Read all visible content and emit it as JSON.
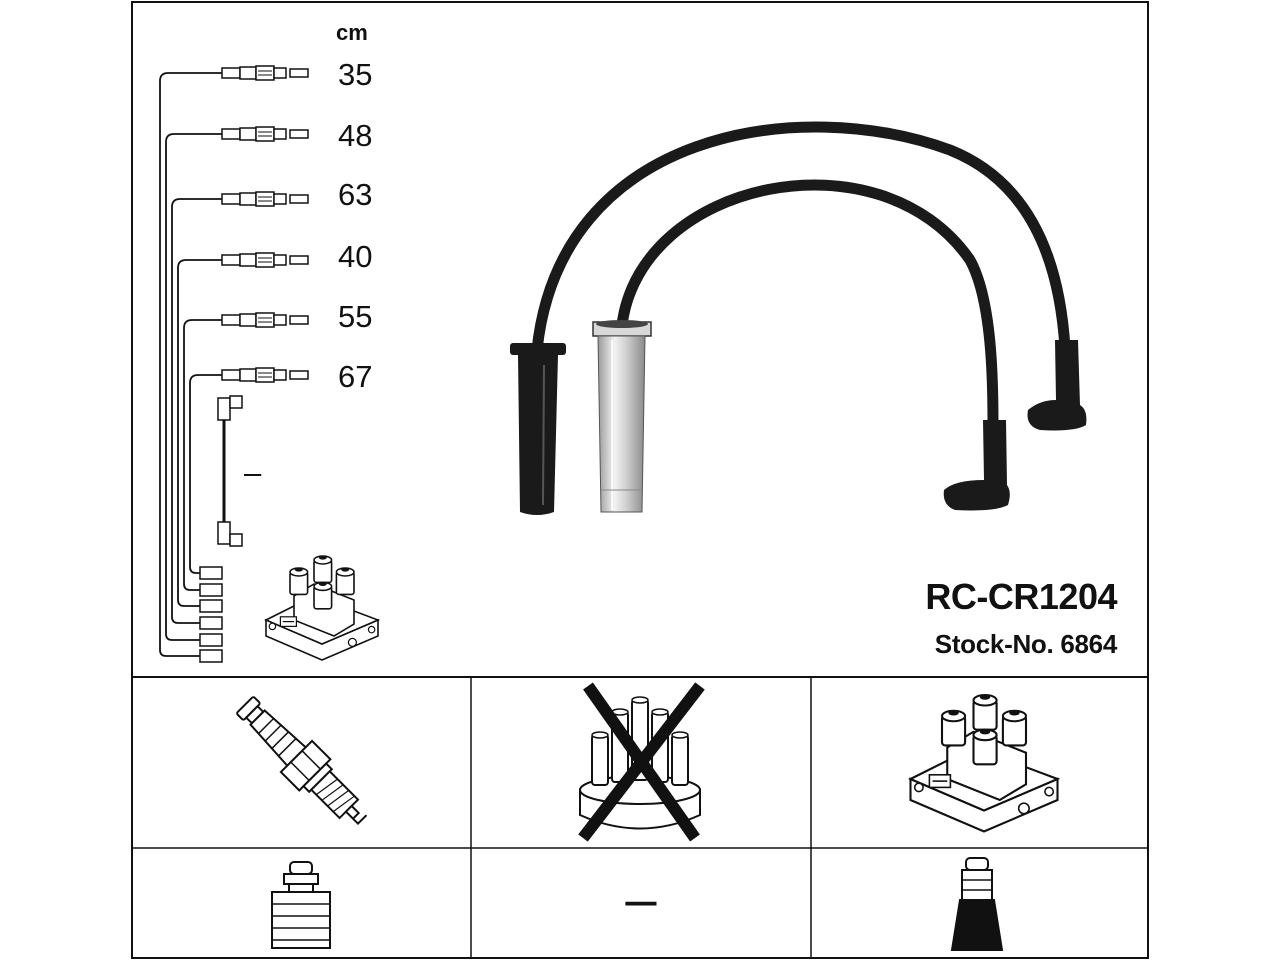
{
  "unit_label": "cm",
  "lead_lengths": [
    "35",
    "48",
    "63",
    "40",
    "55",
    "67"
  ],
  "lead_placeholder": "–",
  "part_code": "RC-CR1204",
  "stock_label": "Stock-No. 6864",
  "compatibility": {
    "plug_type": "spark-plug",
    "distributor_cap": "not-applicable",
    "ignition_coil": "coil-pack",
    "terminal_middle": "–"
  },
  "colors": {
    "line": "#111111",
    "cable": "#1a1a1a",
    "background": "#ffffff"
  }
}
